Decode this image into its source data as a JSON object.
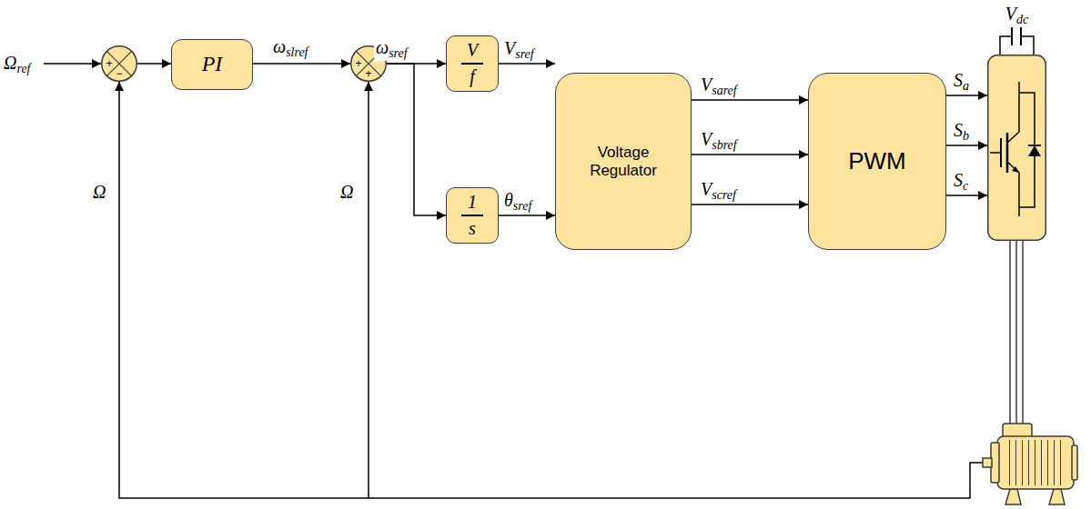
{
  "diagram": {
    "nodes": [
      {
        "text": [
          "+",
          "−"
        ]
      },
      {
        "text": [
          "PI"
        ]
      },
      {
        "text": [
          "+",
          "+"
        ]
      },
      {
        "text": [
          "V",
          "f"
        ]
      },
      {
        "text": [
          "1",
          "s"
        ]
      },
      {
        "text": [
          "Voltage Regulator"
        ]
      },
      {
        "text": [
          "PWM"
        ]
      },
      {
        "text": [
          "Vdc"
        ]
      }
    ],
    "edges": [
      {
        "from": 0,
        "to": 1,
        "arrow": "to"
      },
      {
        "from": 1,
        "to": 2,
        "label": "ωslref",
        "arrow": "to"
      },
      {
        "from": 2,
        "to": 3,
        "label": "ωsref",
        "arrow": "to"
      },
      {
        "from": 2,
        "to": 4,
        "arrow": "to"
      },
      {
        "from": 3,
        "to": 5,
        "label": "Vsref",
        "arrow": "to"
      },
      {
        "from": 4,
        "to": 5,
        "label": "θsref",
        "arrow": "to"
      },
      {
        "from": 5,
        "to": 6,
        "label": "Vsaref",
        "arrow": "to"
      },
      {
        "from": 5,
        "to": 6,
        "label": "Vsbref",
        "arrow": "to"
      },
      {
        "from": 5,
        "to": 6,
        "label": "Vscref",
        "arrow": "to"
      },
      {
        "from": 6,
        "to": 7,
        "label": "Sa",
        "arrow": "to"
      },
      {
        "from": 6,
        "to": 7,
        "label": "Sb",
        "arrow": "to"
      },
      {
        "from": 6,
        "to": 7,
        "label": "Sc",
        "arrow": "to"
      }
    ],
    "labels": [
      "Ωref",
      "Ω",
      "Ω"
    ]
  }
}
